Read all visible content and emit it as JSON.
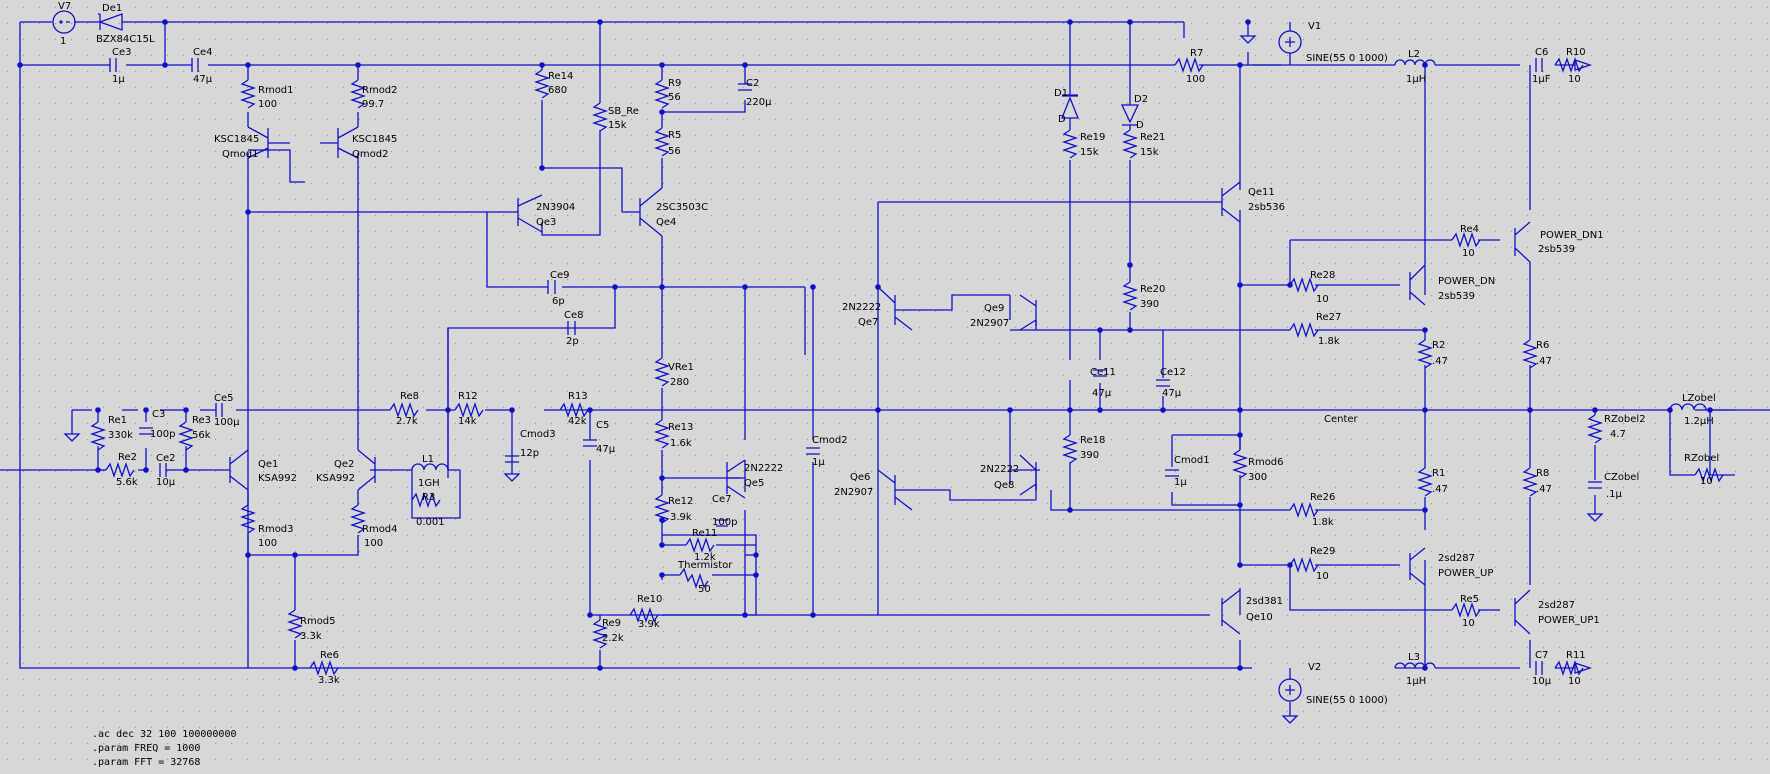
{
  "colors": {
    "wire": "#1010c8",
    "background": "#d7d7d7",
    "text": "#000000",
    "grid": "#9a9a9a"
  },
  "directives": [
    ".ac dec 32 100 100000000",
    ".param FREQ = 1000",
    ".param FFT = 32768"
  ],
  "labels": {
    "V7": "V7",
    "V7v": "1",
    "De1": "De1",
    "De1v": "BZX84C15L",
    "Ce3": "Ce3",
    "Ce3v": "1µ",
    "Ce4": "Ce4",
    "Ce4v": "47µ",
    "Rmod1": "Rmod1",
    "Rmod1v": "100",
    "Rmod2": "Rmod2",
    "Rmod2v": "99.7",
    "Qmod1t": "KSC1845",
    "Qmod1": "Qmod1",
    "Qmod2t": "KSC1845",
    "Qmod2": "Qmod2",
    "Re14": "Re14",
    "Re14v": "680",
    "SB_Re": "SB_Re",
    "SB_Rev": "15k",
    "R9": "R9",
    "R9v": "56",
    "C2": "C2",
    "C2v": "220µ",
    "R5": "R5",
    "R5v": "56",
    "Qe3t": "2N3904",
    "Qe3": "Qe3",
    "Qe4t": "2SC3503C",
    "Qe4": "Qe4",
    "Ce9": "Ce9",
    "Ce9v": "6p",
    "Ce8": "Ce8",
    "Ce8v": "2p",
    "VRe1": "VRe1",
    "VRe1v": "280",
    "Re13": "Re13",
    "Re13v": "1.6k",
    "Re12": "Re12",
    "Re12v": "3.9k",
    "Ce7": "Ce7",
    "Ce7v": "100p",
    "Re11": "Re11",
    "Re11v": "1.2k",
    "Therm": "Thermistor",
    "Thermv": "50",
    "Qe5t": "2N2222",
    "Qe5": "Qe5",
    "Cmod2": "Cmod2",
    "Cmod2v": "1µ",
    "Re10": "Re10",
    "Re10v": "3.9k",
    "Re9": "Re9",
    "Re9v": "2.2k",
    "Re1": "Re1",
    "Re1v": "330k",
    "C3": "C3",
    "C3v": "100p",
    "Re3": "Re3",
    "Re3v": "56k",
    "Ce5": "Ce5",
    "Ce5v": "100µ",
    "Re2": "Re2",
    "Re2v": "5.6k",
    "Ce2": "Ce2",
    "Ce2v": "10µ",
    "Qe1": "Qe1",
    "Qe1t": "KSA992",
    "Qe2": "Qe2",
    "Qe2t": "KSA992",
    "L1": "L1",
    "L1v": "1GH",
    "R3": "R3",
    "R3v": "0.001",
    "Rmod3": "Rmod3",
    "Rmod3v": "100",
    "Rmod4": "Rmod4",
    "Rmod4v": "100",
    "Rmod5": "Rmod5",
    "Rmod5v": "3.3k",
    "Re6": "Re6",
    "Re6v": "3.3k",
    "Re8": "Re8",
    "Re8v": "2.7k",
    "R12": "R12",
    "R12v": "14k",
    "Cmod3": "Cmod3",
    "Cmod3v": "12p",
    "R13": "R13",
    "R13v": "42k",
    "C5": "C5",
    "C5v": "47µ",
    "Qe7t": "2N2222",
    "Qe7": "Qe7",
    "Qe9": "Qe9",
    "Qe9t": "2N2907",
    "Qe6": "Qe6",
    "Qe6t": "2N2907",
    "Qe8t": "2N2222",
    "Qe8": "Qe8",
    "D1": "D1",
    "D1v": "D",
    "D2": "D2",
    "D2v": "D",
    "Re19": "Re19",
    "Re19v": "15k",
    "Re21": "Re21",
    "Re21v": "15k",
    "Re20": "Re20",
    "Re20v": "390",
    "Ce11": "Ce11",
    "Ce11v": "47µ",
    "Ce12": "Ce12",
    "Ce12v": "47µ",
    "Re18": "Re18",
    "Re18v": "390",
    "Cmod1": "Cmod1",
    "Cmod1v": "1µ",
    "Rmod6": "Rmod6",
    "Rmod6v": "300",
    "Center": "Center",
    "V1": "V1",
    "V1v": "SINE(55 0 1000)",
    "V2": "V2",
    "V2v": "SINE(55 0 1000)",
    "R7": "R7",
    "R7v": "100",
    "Qe11": "Qe11",
    "Qe11t": "2sb536",
    "Qe10t": "2sd381",
    "Qe10": "Qe10",
    "Re28": "Re28",
    "Re28v": "10",
    "Re27": "Re27",
    "Re27v": "1.8k",
    "Re26": "Re26",
    "Re26v": "1.8k",
    "Re29": "Re29",
    "Re29v": "10",
    "Re4": "Re4",
    "Re4v": "10",
    "Re5": "Re5",
    "Re5v": "10",
    "PDN": "POWER_DN",
    "PDNt": "2sb539",
    "PDN1": "POWER_DN1",
    "PDN1t": "2sb539",
    "PUPt": "2sd287",
    "PUP": "POWER_UP",
    "PUP1t": "2sd287",
    "PUP1": "POWER_UP1",
    "R2": "R2",
    "R2v": ".47",
    "R1": "R1",
    "R1v": ".47",
    "R6": "R6",
    "R6v": ".47",
    "R8": "R8",
    "R8v": ".47",
    "L2": "L2",
    "L2v": "1µH",
    "L3": "L3",
    "L3v": "1µH",
    "C6": "C6",
    "C6v": "1µF",
    "R10": "R10",
    "R10v": "10",
    "C7": "C7",
    "C7v": "10µ",
    "R11": "R11",
    "R11v": "10",
    "RZobel2": "RZobel2",
    "RZobel2v": "4.7",
    "CZobel": "CZobel",
    "CZobelv": ".1µ",
    "LZobel": "LZobel",
    "LZobelv": "1.2µH",
    "RZobel": "RZobel",
    "RZobelv": "10"
  }
}
